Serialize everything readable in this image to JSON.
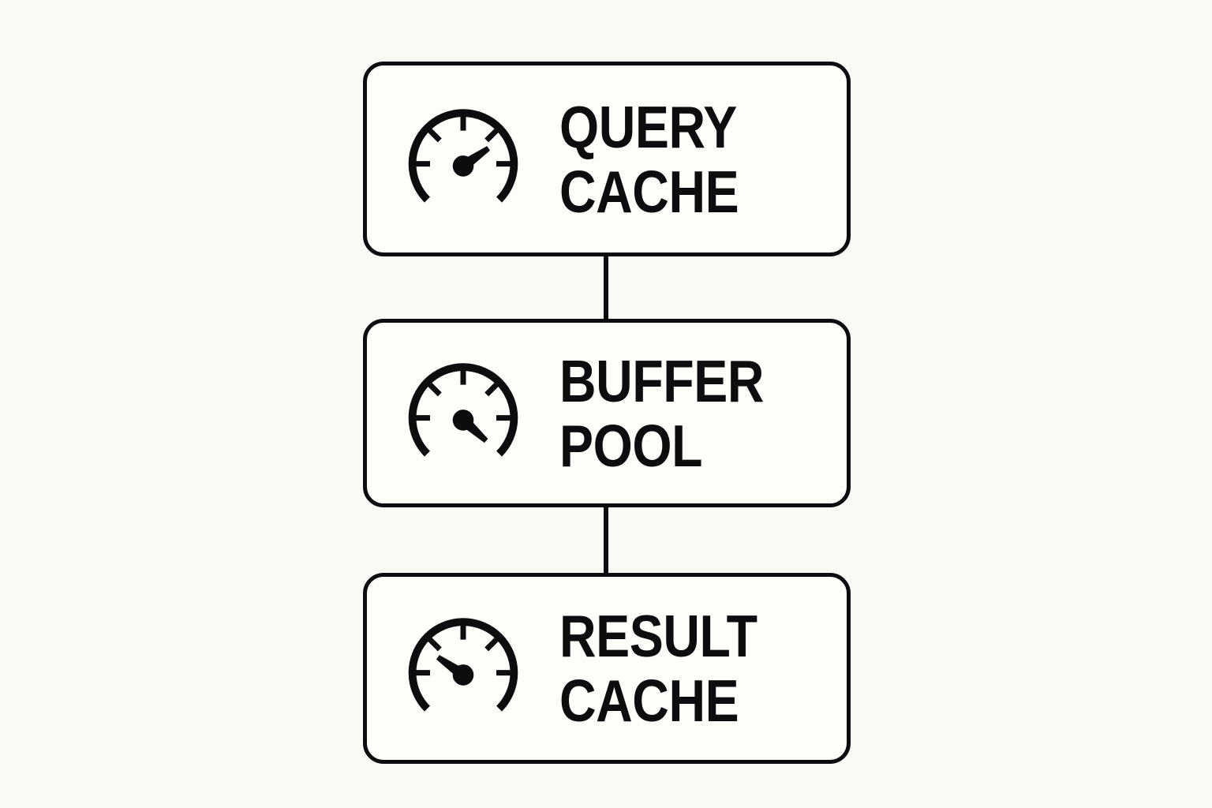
{
  "colors": {
    "background": "#faf9f5",
    "box_fill": "#fefdfa",
    "stroke": "#0d0d0d"
  },
  "diagram": {
    "nodes": [
      {
        "id": "query-cache",
        "lines": [
          "QUERY",
          "CACHE"
        ],
        "icon": "speedometer-gauge-icon",
        "needle_angle_deg": -35
      },
      {
        "id": "buffer-pool",
        "lines": [
          "BUFFER",
          "POOL"
        ],
        "icon": "speedometer-gauge-icon",
        "needle_angle_deg": 42
      },
      {
        "id": "result-cache",
        "lines": [
          "RESULT",
          "CACHE"
        ],
        "icon": "speedometer-gauge-icon",
        "needle_angle_deg": -145
      }
    ],
    "connectors": [
      {
        "from": "query-cache",
        "to": "buffer-pool"
      },
      {
        "from": "buffer-pool",
        "to": "result-cache"
      }
    ]
  }
}
